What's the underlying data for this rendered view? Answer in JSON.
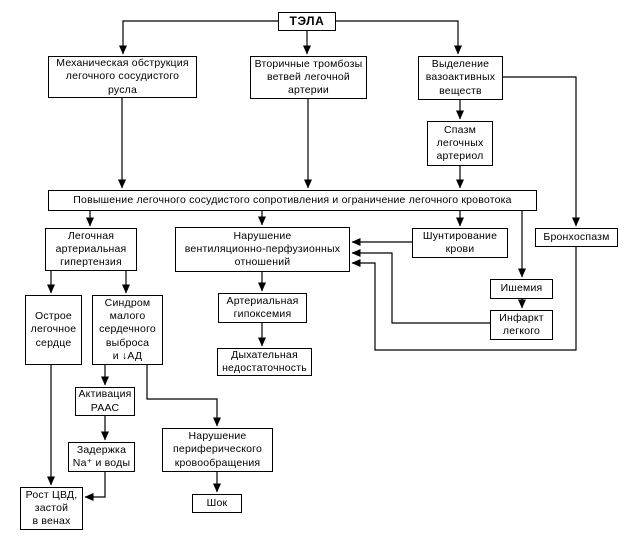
{
  "nodes": {
    "tela": "ТЭЛА",
    "mechanical_obstruction": "Механическая обструкция\nлегочного сосудистого\nрусла",
    "secondary_thrombosis": "Вторичные тромбозы\nветвей легочной\nартерии",
    "vasoactive_release": "Выделение\nвазоактивных\nвеществ",
    "arteriole_spasm": "Спазм\nлегочных\nартериол",
    "resistance_increase": "Повышение легочного сосудистого сопротивления и ограничение легочного кровотока",
    "pulmonary_hypertension": "Легочная\nартериальная\nгипертензия",
    "ventilation_perfusion": "Нарушение\nвентиляционно-перфузионных\nотношений",
    "blood_shunting": "Шунтирование\nкрови",
    "bronchospasm": "Бронхоспазм",
    "ischemia": "Ишемия",
    "lung_infarction": "Инфаркт\nлегкого",
    "acute_cor_pulmonale": "Острое\nлегочное\nсердце",
    "low_output_syndrome": "Синдром\nмалого\nсердечного\nвыброса\nи ↓АД",
    "raas_activation": "Активация\nРААС",
    "na_water_retention": "Задержка\nNa⁺ и воды",
    "cvp_rise": "Рост ЦВД,\nзастой\nв венах",
    "arterial_hypoxemia": "Артериальная\nгипоксемия",
    "respiratory_failure": "Дыхательная\nнедостаточность",
    "peripheral_circulation": "Нарушение\nпериферического\nкровообращения",
    "shock": "Шок"
  },
  "edges": [
    {
      "from": "tela",
      "to": "mechanical_obstruction"
    },
    {
      "from": "tela",
      "to": "secondary_thrombosis"
    },
    {
      "from": "tela",
      "to": "vasoactive_release"
    },
    {
      "from": "vasoactive_release",
      "to": "arteriole_spasm"
    },
    {
      "from": "vasoactive_release",
      "to": "bronchospasm"
    },
    {
      "from": "mechanical_obstruction",
      "to": "resistance_increase"
    },
    {
      "from": "secondary_thrombosis",
      "to": "resistance_increase"
    },
    {
      "from": "arteriole_spasm",
      "to": "resistance_increase"
    },
    {
      "from": "resistance_increase",
      "to": "pulmonary_hypertension"
    },
    {
      "from": "resistance_increase",
      "to": "ventilation_perfusion"
    },
    {
      "from": "resistance_increase",
      "to": "blood_shunting"
    },
    {
      "from": "resistance_increase",
      "to": "ischemia"
    },
    {
      "from": "pulmonary_hypertension",
      "to": "acute_cor_pulmonale"
    },
    {
      "from": "pulmonary_hypertension",
      "to": "low_output_syndrome"
    },
    {
      "from": "ventilation_perfusion",
      "to": "arterial_hypoxemia"
    },
    {
      "from": "arterial_hypoxemia",
      "to": "respiratory_failure"
    },
    {
      "from": "blood_shunting",
      "to": "ventilation_perfusion"
    },
    {
      "from": "ischemia",
      "to": "lung_infarction"
    },
    {
      "from": "lung_infarction",
      "to": "ventilation_perfusion"
    },
    {
      "from": "bronchospasm",
      "to": "ventilation_perfusion"
    },
    {
      "from": "acute_cor_pulmonale",
      "to": "cvp_rise"
    },
    {
      "from": "low_output_syndrome",
      "to": "raas_activation"
    },
    {
      "from": "low_output_syndrome",
      "to": "peripheral_circulation"
    },
    {
      "from": "raas_activation",
      "to": "na_water_retention"
    },
    {
      "from": "na_water_retention",
      "to": "cvp_rise"
    },
    {
      "from": "peripheral_circulation",
      "to": "shock"
    }
  ],
  "colors": {
    "line": "#000000",
    "box_border": "#000000",
    "box_background": "#ffffff",
    "text": "#000000",
    "page_background": "#ffffff"
  }
}
